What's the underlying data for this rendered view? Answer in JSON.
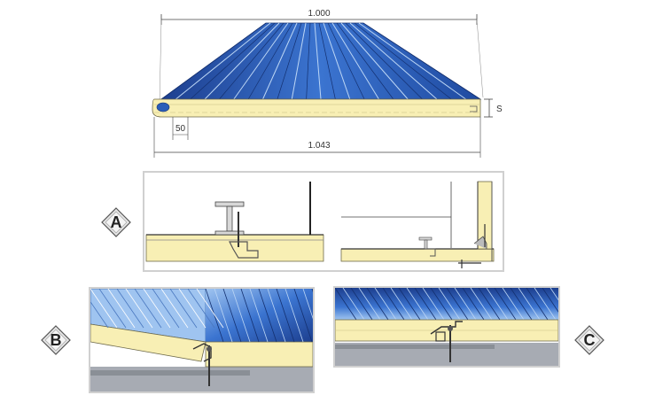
{
  "dimensions": {
    "top_width": "1.000",
    "bottom_width": "1.043",
    "rib_spacing": "50",
    "thickness": "S"
  },
  "details": [
    {
      "letter": "A"
    },
    {
      "letter": "B"
    },
    {
      "letter": "C"
    }
  ],
  "colors": {
    "panel_blue": "#2a5db8",
    "panel_blue_light": "#9fc4f0",
    "foam_core": "#f8efb4",
    "steel_grey": "#8a8f96",
    "frame_border": "#d0d0d0",
    "badge_fill": "#e6e6e6"
  }
}
